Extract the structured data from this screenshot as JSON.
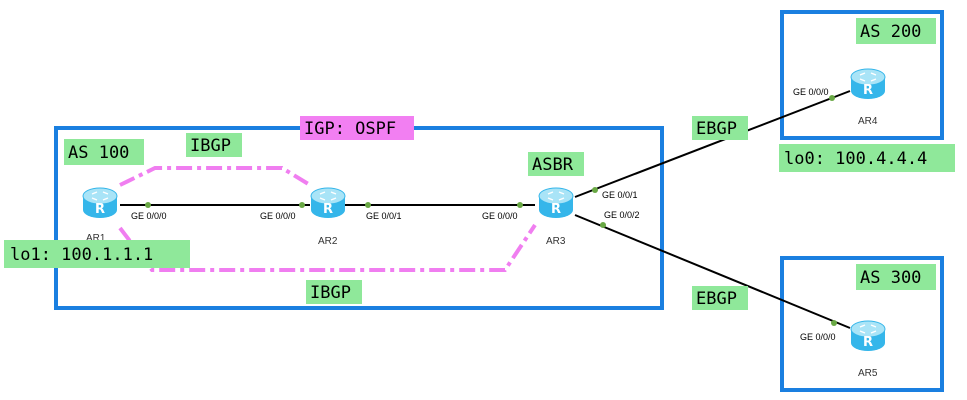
{
  "colors": {
    "area_border": "#1a7fe0",
    "label_bg": "#8fe89a",
    "igp_bg": "#f27ff2",
    "ibgp_line": "#f07ef0",
    "link": "#000000",
    "port_dot": "#69a844",
    "router_body": "#35b6ea",
    "router_top": "#a9e4f7"
  },
  "areas": {
    "as100": "AS 100",
    "as200": "AS 200",
    "as300": "AS 300",
    "igp": "IGP: OSPF"
  },
  "routers": {
    "ar1": "AR1",
    "ar2": "AR2",
    "ar3": "AR3",
    "ar4": "AR4",
    "ar5": "AR5"
  },
  "ports": {
    "ar1_g000": "GE 0/0/0",
    "ar2_g000": "GE 0/0/0",
    "ar2_g001": "GE 0/0/1",
    "ar3_g000": "GE 0/0/0",
    "ar3_g001": "GE 0/0/1",
    "ar3_g002": "GE 0/0/2",
    "ar4_g000": "GE 0/0/0",
    "ar5_g000": "GE 0/0/0"
  },
  "labels": {
    "ibgp_top": "IBGP",
    "ibgp_bottom": "IBGP",
    "asbr": "ASBR",
    "ebgp_top": "EBGP",
    "ebgp_bottom": "EBGP",
    "lo1": "lo1: 100.1.1.1",
    "lo0": "lo0: 100.4.4.4"
  },
  "icons": {
    "router": "router-icon",
    "port": "port-dot"
  }
}
